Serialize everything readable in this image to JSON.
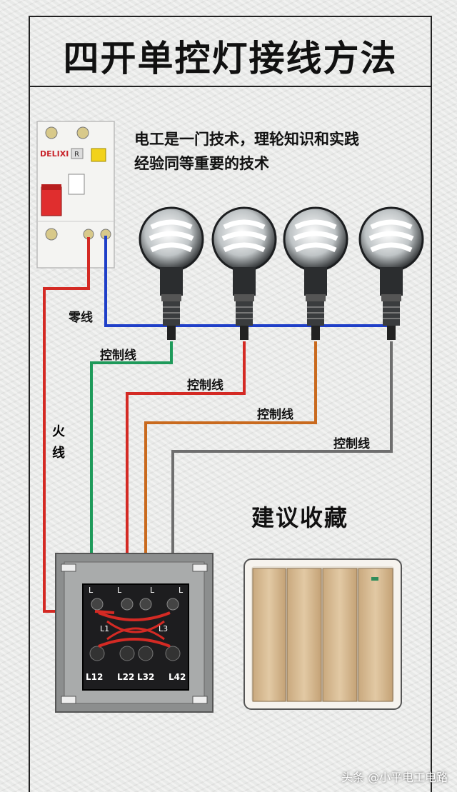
{
  "title": "四开单控灯接线方法",
  "caption": {
    "line1": "电工是一门技术，理轮知识和实践",
    "line2": "经验同等重要的技术"
  },
  "labels": {
    "neutral": "零线",
    "live_char1": "火",
    "live_char2": "线",
    "control_1": "控制线",
    "control_2": "控制线",
    "control_3": "控制线",
    "control_4": "控制线",
    "save": "建议收藏"
  },
  "breaker": {
    "brand": "DELIXI",
    "reset_key": "R"
  },
  "switch_terminals": {
    "top": [
      "L",
      "L",
      "L",
      "L"
    ],
    "mid": [
      "L1",
      "L3"
    ],
    "bottom": [
      "L12",
      "L22",
      "L32",
      "L42"
    ]
  },
  "watermark": "头条 @小平电工电路",
  "colors": {
    "live": "#d42a24",
    "neutral": "#1f3fc8",
    "control_1": "#1e9a5a",
    "control_2": "#d42a24",
    "control_3": "#c96a1e",
    "control_4": "#6e6e6e",
    "panel_gold": "#d2b48c"
  }
}
